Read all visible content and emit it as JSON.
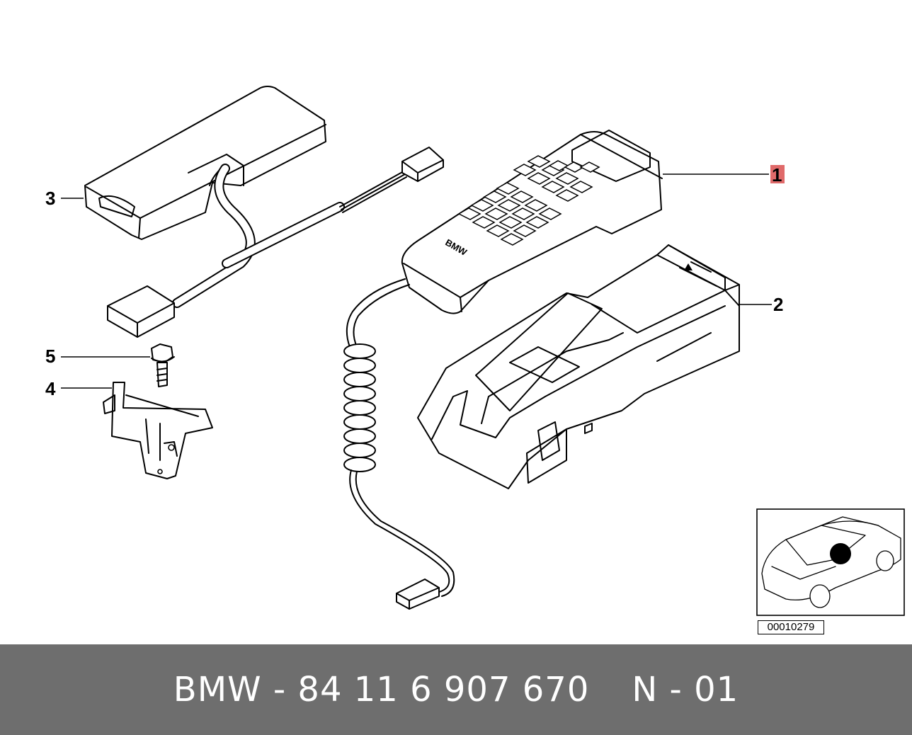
{
  "diagram": {
    "callouts": [
      {
        "id": "1",
        "label": "1",
        "highlighted": true
      },
      {
        "id": "2",
        "label": "2",
        "highlighted": false
      },
      {
        "id": "3",
        "label": "3",
        "highlighted": false
      },
      {
        "id": "4",
        "label": "4",
        "highlighted": false
      },
      {
        "id": "5",
        "label": "5",
        "highlighted": false
      }
    ],
    "handset_logo": "BMW",
    "highlight_color": "#e06a6a",
    "locator_code": "00010279"
  },
  "footer": {
    "part_number": "BMW - 84 11 6 907 670",
    "sheet": "N - 01"
  }
}
